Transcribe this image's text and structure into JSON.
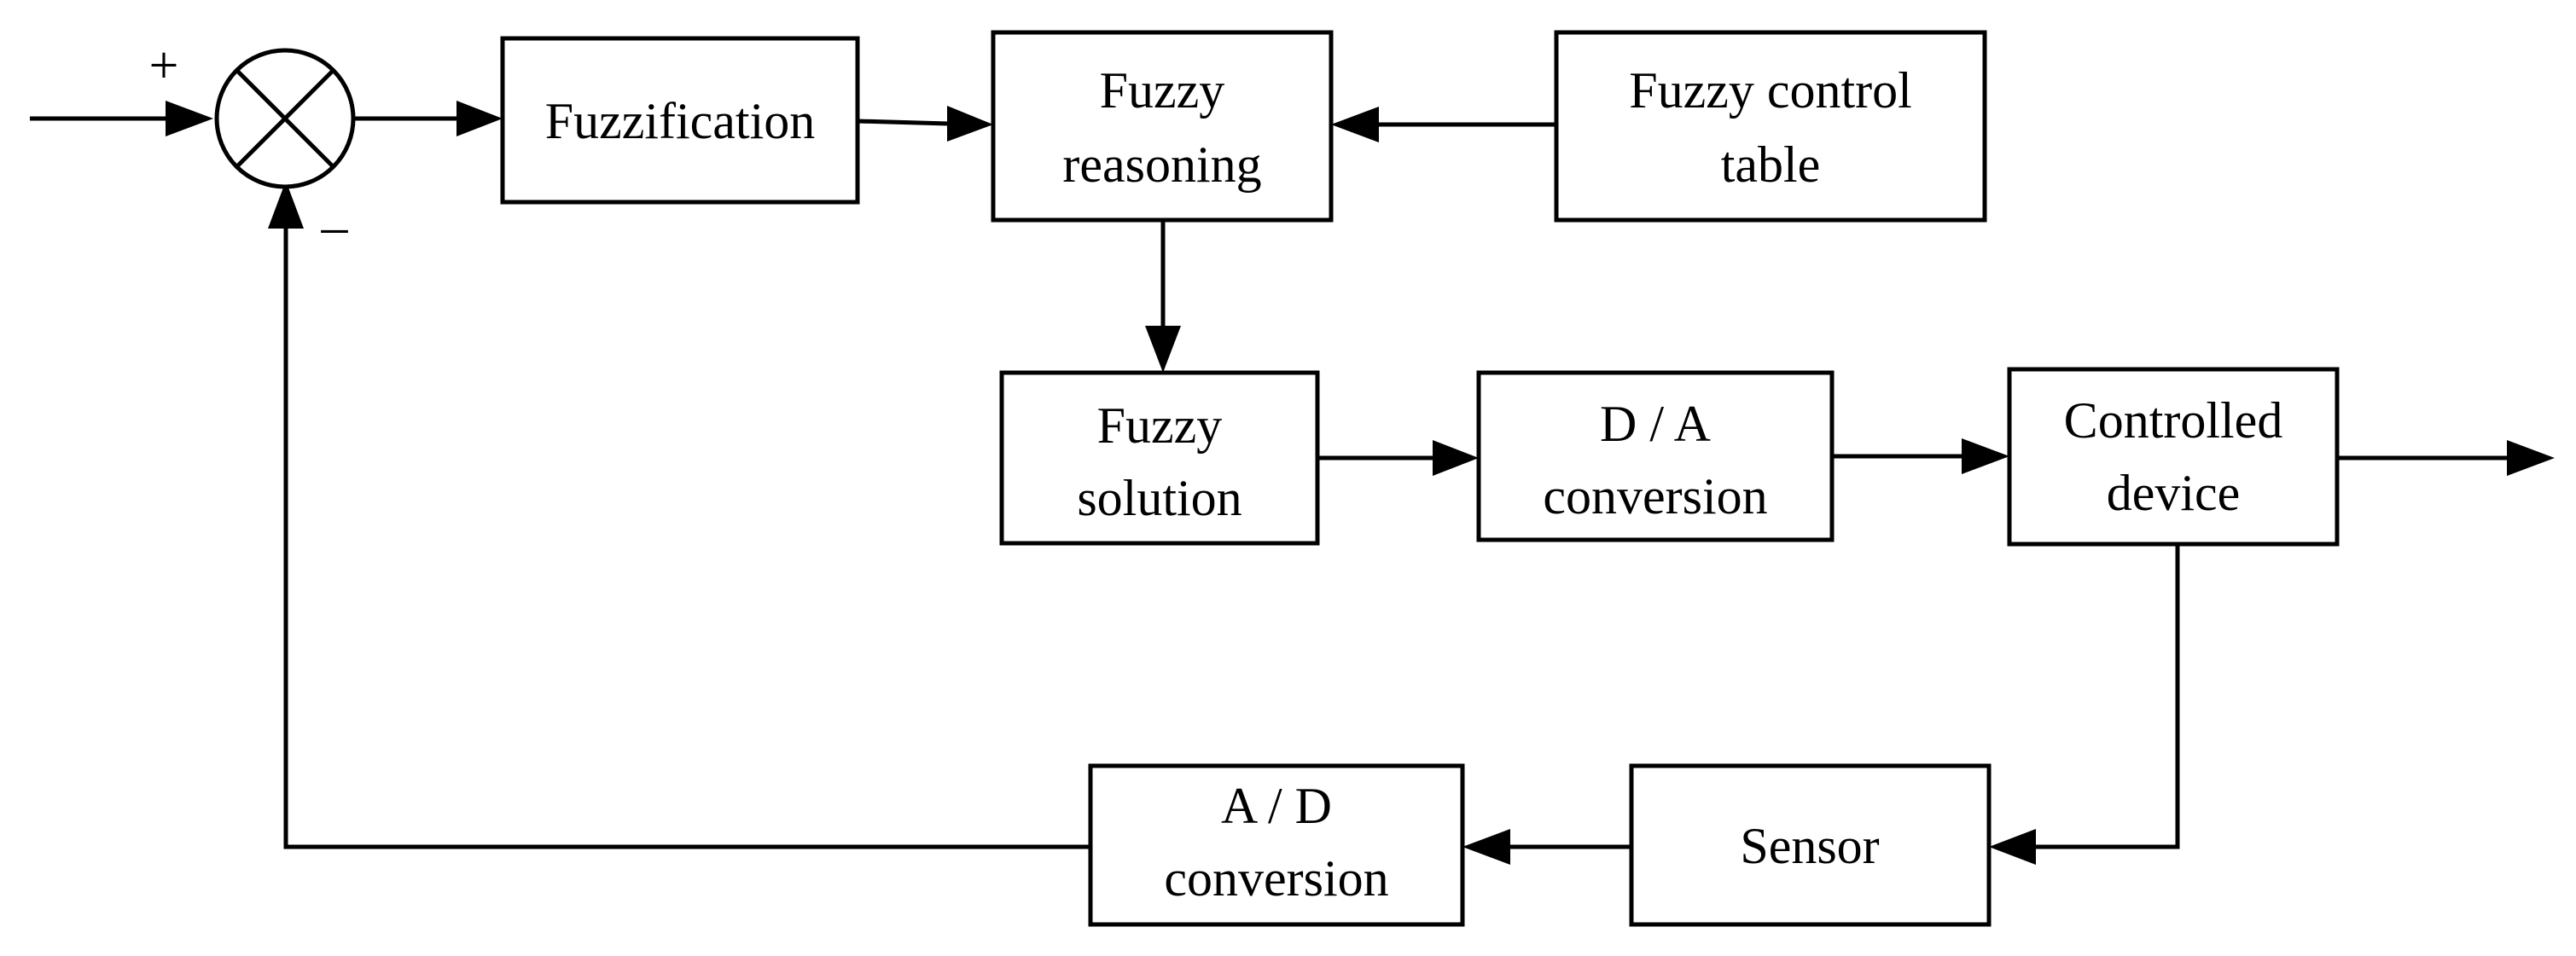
{
  "blocks": {
    "fuzzification": {
      "lines": [
        "Fuzzification"
      ]
    },
    "fuzzy_reasoning": {
      "lines": [
        "Fuzzy",
        "reasoning"
      ]
    },
    "fuzzy_control_table": {
      "lines": [
        "Fuzzy control",
        "table"
      ]
    },
    "fuzzy_solution": {
      "lines": [
        "Fuzzy",
        "solution"
      ]
    },
    "da_conversion": {
      "lines": [
        "D / A",
        "conversion"
      ]
    },
    "controlled_device": {
      "lines": [
        "Controlled",
        "device"
      ]
    },
    "sensor": {
      "lines": [
        "Sensor"
      ]
    },
    "ad_conversion": {
      "lines": [
        "A / D",
        "conversion"
      ]
    }
  },
  "summing_junction": {
    "plus_sign": "+",
    "minus_sign": "–"
  }
}
